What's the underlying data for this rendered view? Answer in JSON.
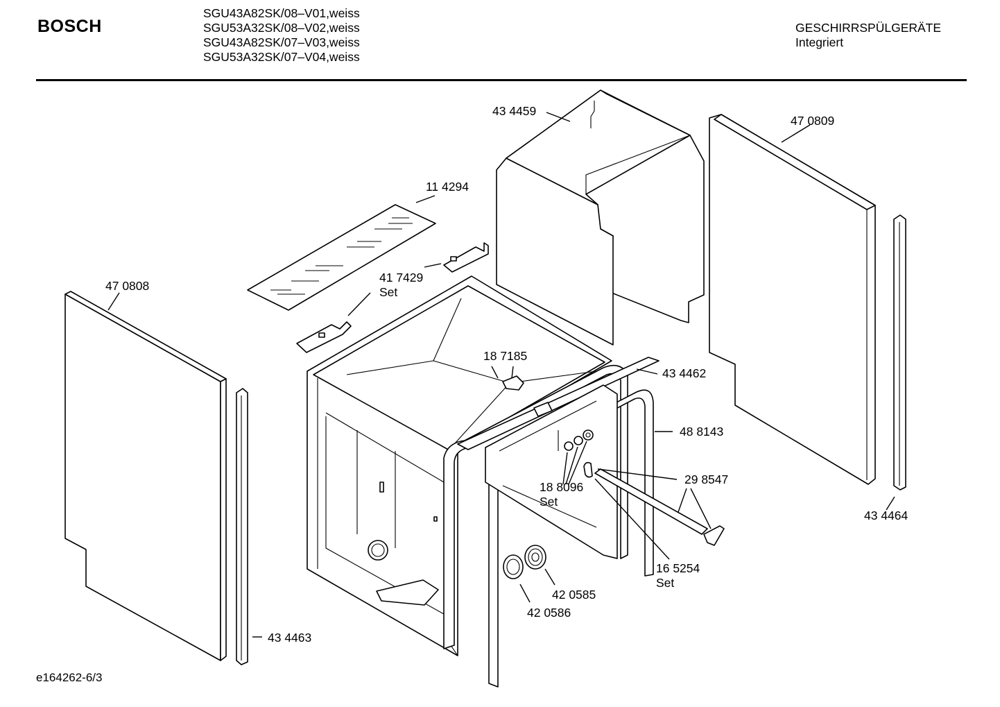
{
  "header": {
    "brand": "BOSCH",
    "models": [
      "SGU43A82SK/08–V01,weiss",
      "SGU53A32SK/08–V02,weiss",
      "SGU43A82SK/07–V03,weiss",
      "SGU53A32SK/07–V04,weiss"
    ],
    "category": "GESCHIRRSPÜLGERÄTE",
    "subcategory": "Integriert"
  },
  "parts": {
    "p434459": "43 4459",
    "p470809": "47 0809",
    "p114294": "11 4294",
    "p417429": "41 7429",
    "p417429_set": "Set",
    "p470808": "47 0808",
    "p187185": "18 7185",
    "p434462": "43 4462",
    "p488143": "48 8143",
    "p298547": "29 8547",
    "p188096": "18 8096",
    "p188096_set": "Set",
    "p434464": "43 4464",
    "p165254": "16 5254",
    "p165254_set": "Set",
    "p420585": "42 0585",
    "p420586": "42 0586",
    "p434463": "43 4463"
  },
  "footer": {
    "drawing_id": "e164262-6/3"
  }
}
